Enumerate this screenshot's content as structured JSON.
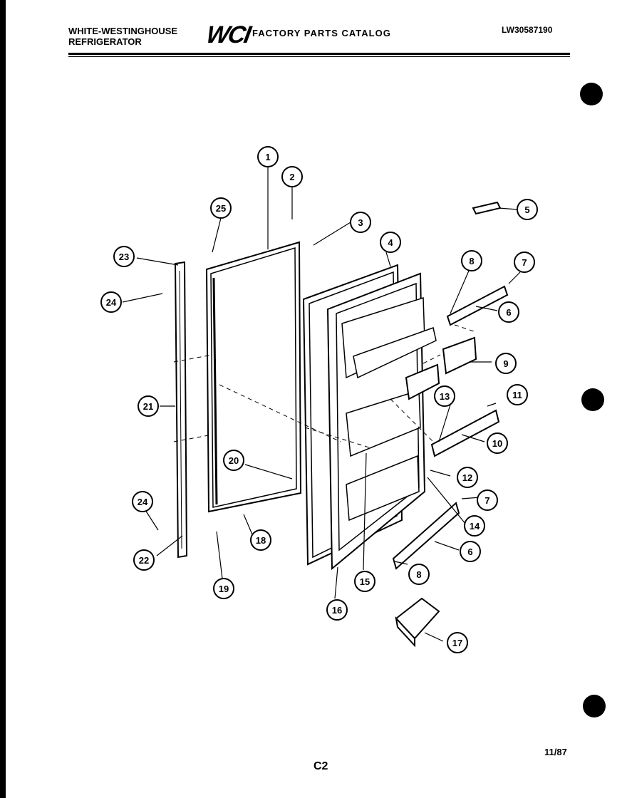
{
  "header": {
    "brand_line1": "WHITE-WESTINGHOUSE",
    "brand_line2": "REFRIGERATOR",
    "logo": "WCI",
    "catalog_title": "FACTORY PARTS CATALOG",
    "part_number": "LW30587190"
  },
  "footer": {
    "date": "11/87",
    "page": "C2"
  },
  "callouts": [
    "1",
    "2",
    "3",
    "4",
    "5",
    "6",
    "6",
    "7",
    "7",
    "8",
    "8",
    "9",
    "10",
    "11",
    "12",
    "13",
    "14",
    "15",
    "16",
    "17",
    "18",
    "19",
    "20",
    "21",
    "22",
    "23",
    "24",
    "24",
    "25"
  ]
}
